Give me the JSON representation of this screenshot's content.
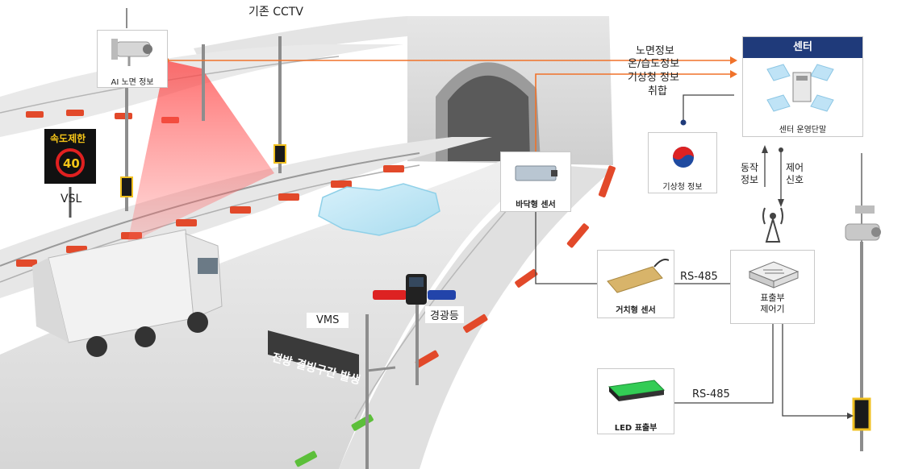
{
  "labels": {
    "existing_cctv": "기존 CCTV",
    "ai_road": "AI 노면 정보",
    "speed_limit_title": "속도제한",
    "speed_limit_value": "40",
    "vsl": "VSL",
    "vms": "VMS",
    "vms_message": "전방 결빙구간 발생",
    "warning_light": "경광등",
    "flow_road_info": "노면정보",
    "flow_temp_humidity": "온/습도정보",
    "flow_weather": "기상청 정보",
    "flow_collect": "취합",
    "center_title": "센터",
    "center_terminal": "센터 운영단말",
    "kma_info": "기상청 정보",
    "op_info_1": "동작",
    "op_info_2": "정보",
    "ctrl_signal_1": "제어",
    "ctrl_signal_2": "신호",
    "floor_sensor": "바닥형 센서",
    "mounted_sensor": "거치형 센서",
    "display_ctrl_1": "표출부",
    "display_ctrl_2": "제어기",
    "rs485_top": "RS-485",
    "rs485_bottom": "RS-485",
    "led_display": "LED 표출부"
  },
  "colors": {
    "center_header": "#1f3a7a",
    "flow_arrow": "#f0722a",
    "speed_text": "#f5c518",
    "speed_ring": "#e02020",
    "reflector": "#e2492a",
    "green_reflector": "#5cbf3a",
    "led_green": "#33cc55"
  },
  "icons": [
    "cctv-camera-icon",
    "server-icon",
    "kma-logo-icon",
    "antenna-tower-icon",
    "sensor-device-icon",
    "controller-box-icon",
    "led-panel-icon",
    "warning-light-icon"
  ]
}
